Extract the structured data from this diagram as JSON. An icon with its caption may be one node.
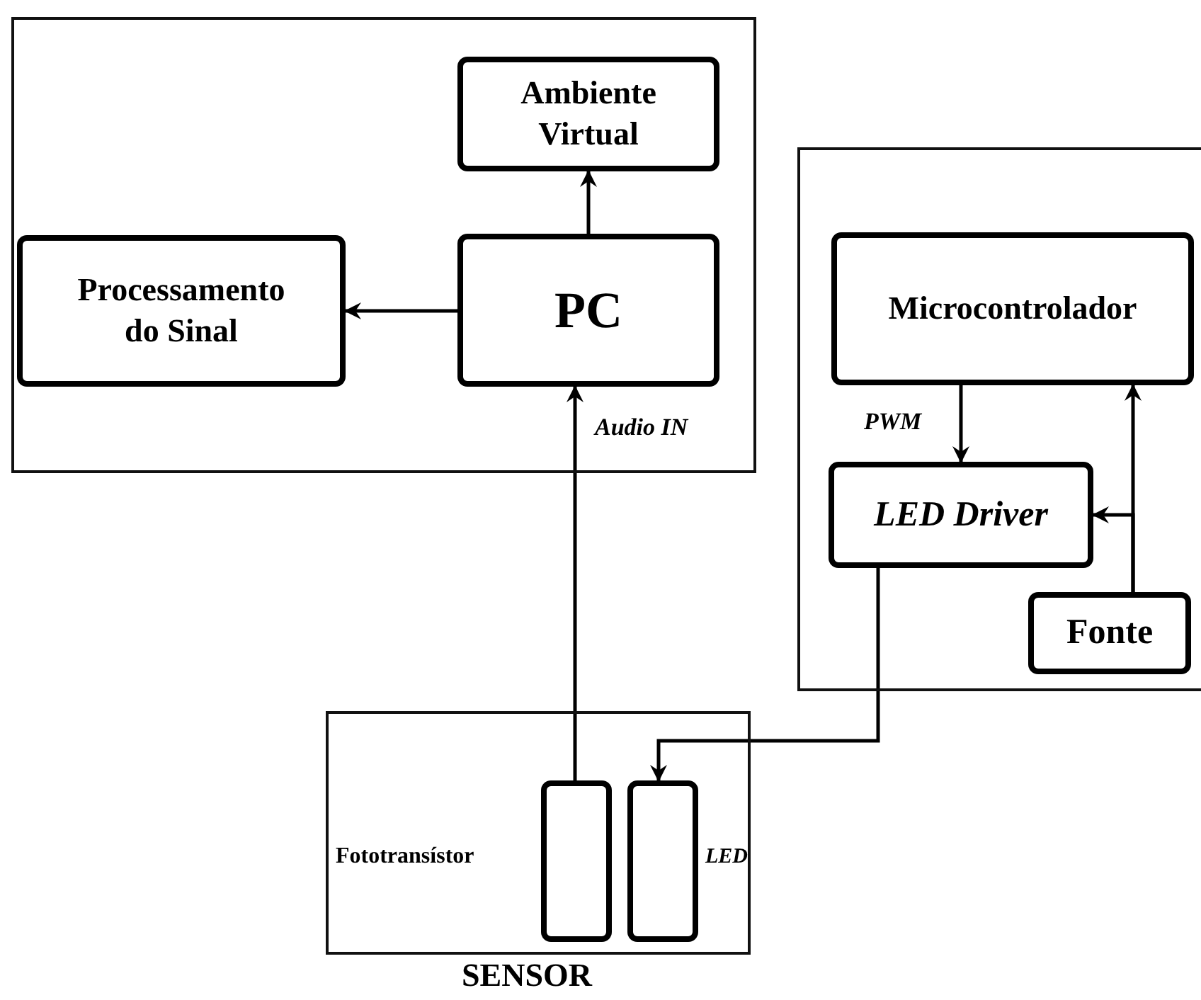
{
  "diagram": {
    "nodes": [
      {
        "text": [],
        "shape": "box"
      },
      {
        "text": [
          "Ambiente Virtual"
        ],
        "in": 0
      },
      {
        "text": [
          "Processamento do Sinal"
        ],
        "in": 0
      },
      {
        "text": [
          "PC"
        ],
        "in": 0
      },
      {
        "text": [],
        "shape": "box"
      },
      {
        "text": [
          "Microcontrolador"
        ],
        "in": 4
      },
      {
        "text": [
          "LED Driver"
        ],
        "in": 4
      },
      {
        "text": [
          "Fonte"
        ],
        "in": 4
      },
      {
        "text": [],
        "shape": "box",
        "beside": [
          "SENSOR"
        ]
      },
      {
        "text": [],
        "shape": "box",
        "in": 8,
        "beside": [
          "Fototransístor"
        ]
      },
      {
        "text": [],
        "shape": "box",
        "in": 8,
        "beside": [
          "LED"
        ]
      }
    ],
    "edges": [
      {
        "from": 3,
        "to": 1,
        "arrow": "to"
      },
      {
        "from": 3,
        "to": 2,
        "arrow": "to"
      },
      {
        "from": 9,
        "to": 3,
        "arrow": "to",
        "label": "Audio IN"
      },
      {
        "from": 5,
        "to": 6,
        "arrow": "to",
        "label": "PWM"
      },
      {
        "from": 7,
        "to": 5,
        "arrow": "to"
      },
      {
        "from": 7,
        "to": 6,
        "arrow": "to"
      },
      {
        "from": 6,
        "to": 10,
        "arrow": "to"
      }
    ]
  }
}
